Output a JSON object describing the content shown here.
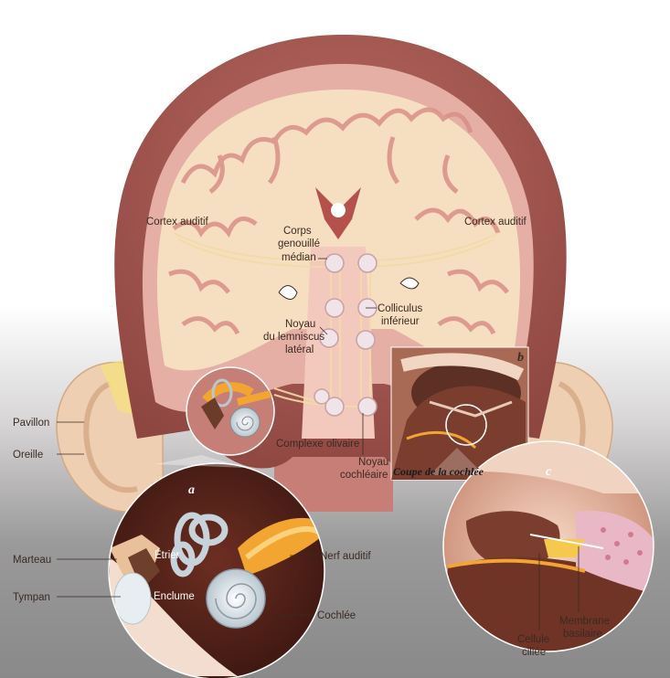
{
  "labels": {
    "cortex_left": "Cortex auditif",
    "cortex_right": "Cortex auditif",
    "corps_genouille_1": "Corps",
    "corps_genouille_2": "genouillé",
    "corps_genouille_3": "médian",
    "colliculus_1": "Colliculus",
    "colliculus_2": "inférieur",
    "noyau_lemniscus_1": "Noyau",
    "noyau_lemniscus_2": "du lemniscus",
    "noyau_lemniscus_3": "latéral",
    "complexe_olivaire": "Complexe olivaire",
    "noyau_cochleaire_1": "Noyau",
    "noyau_cochleaire_2": "cochléaire",
    "pavillon": "Pavillon",
    "oreille": "Oreille",
    "marteau": "Marteau",
    "etrier": "Étrier",
    "enclume": "Enclume",
    "tympan": "Tympan",
    "nerf_auditif": "Nerf auditif",
    "cochlee": "Cochlée",
    "cellule_ciliee_1": "Cellule",
    "cellule_ciliee_2": "ciliée",
    "membrane_basilaire_1": "Membrane",
    "membrane_basilaire_2": "basilaire",
    "coupe_cochlee": "Coupe de la cochlée"
  },
  "panels": {
    "a": "a",
    "b": "b",
    "c": "c"
  },
  "colors": {
    "head_skin": "#a8554f",
    "brain_cream": "#f7e1c3",
    "brain_pink": "#e8b3a8",
    "ear_skin": "#f0d2b5",
    "background_gray": "#8f8e8e",
    "bone_white": "#eef3f6",
    "nerve_gold": "#f2a531"
  }
}
